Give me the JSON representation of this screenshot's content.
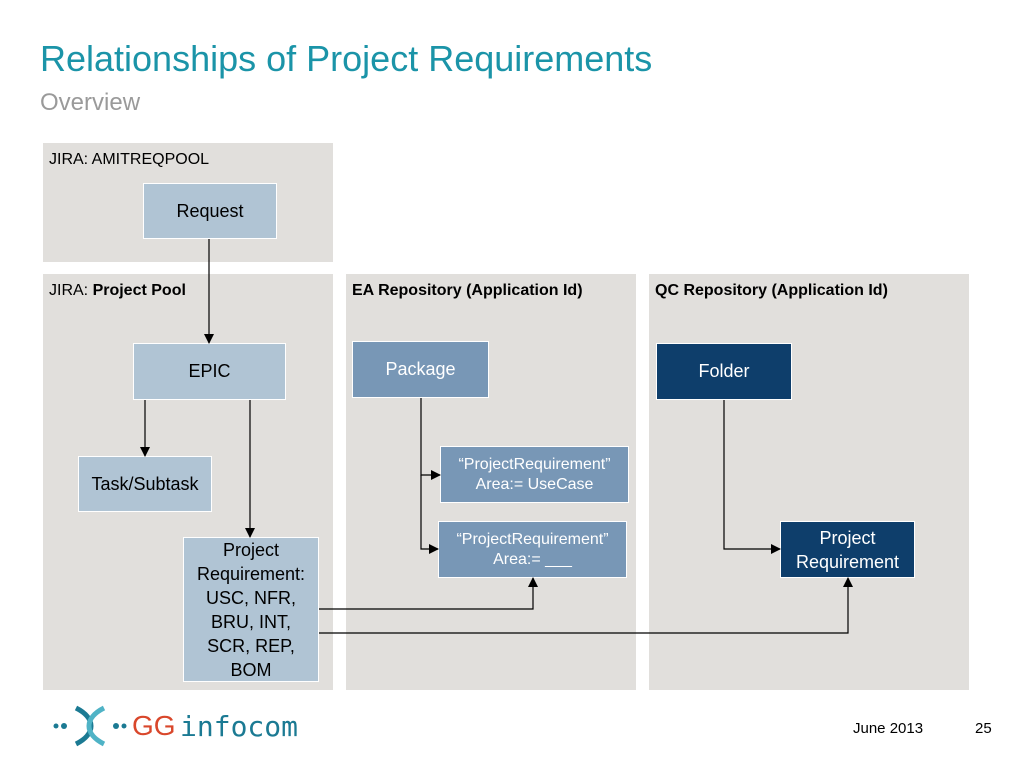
{
  "slide": {
    "title": "Relationships of Project Requirements",
    "subtitle": "Overview"
  },
  "panels": {
    "amitreqpool": {
      "label": "JIRA: AMITREQPOOL"
    },
    "project_pool": {
      "label_prefix": "JIRA: ",
      "label_bold": "Project Pool"
    },
    "ea_repository": {
      "label": "EA Repository (Application Id)"
    },
    "qc_repository": {
      "label": "QC Repository (Application Id)"
    }
  },
  "boxes": {
    "request": "Request",
    "epic": "EPIC",
    "task_subtask": "Task/Subtask",
    "jira_project_requirement": [
      "Project",
      "Requirement:",
      "USC, NFR,",
      "BRU, INT,",
      "SCR, REP,",
      "BOM"
    ],
    "package": "Package",
    "ea_req_usecase": [
      "“ProjectRequirement”",
      "Area:= UseCase"
    ],
    "ea_req_blank": [
      "“ProjectRequirement”",
      "Area:= ___"
    ],
    "folder": "Folder",
    "qc_project_requirement": [
      "Project",
      "Requirement"
    ]
  },
  "colors": {
    "title": "#1b94a8",
    "panel_bg": "#e1dfdc",
    "box_light": "#b0c4d4",
    "box_mid": "#7897b6",
    "box_dark": "#0e3e6b"
  },
  "footer": {
    "logo_gg": "GG",
    "logo_infocom": "infocom",
    "date": "June 2013",
    "page_number": "25"
  }
}
